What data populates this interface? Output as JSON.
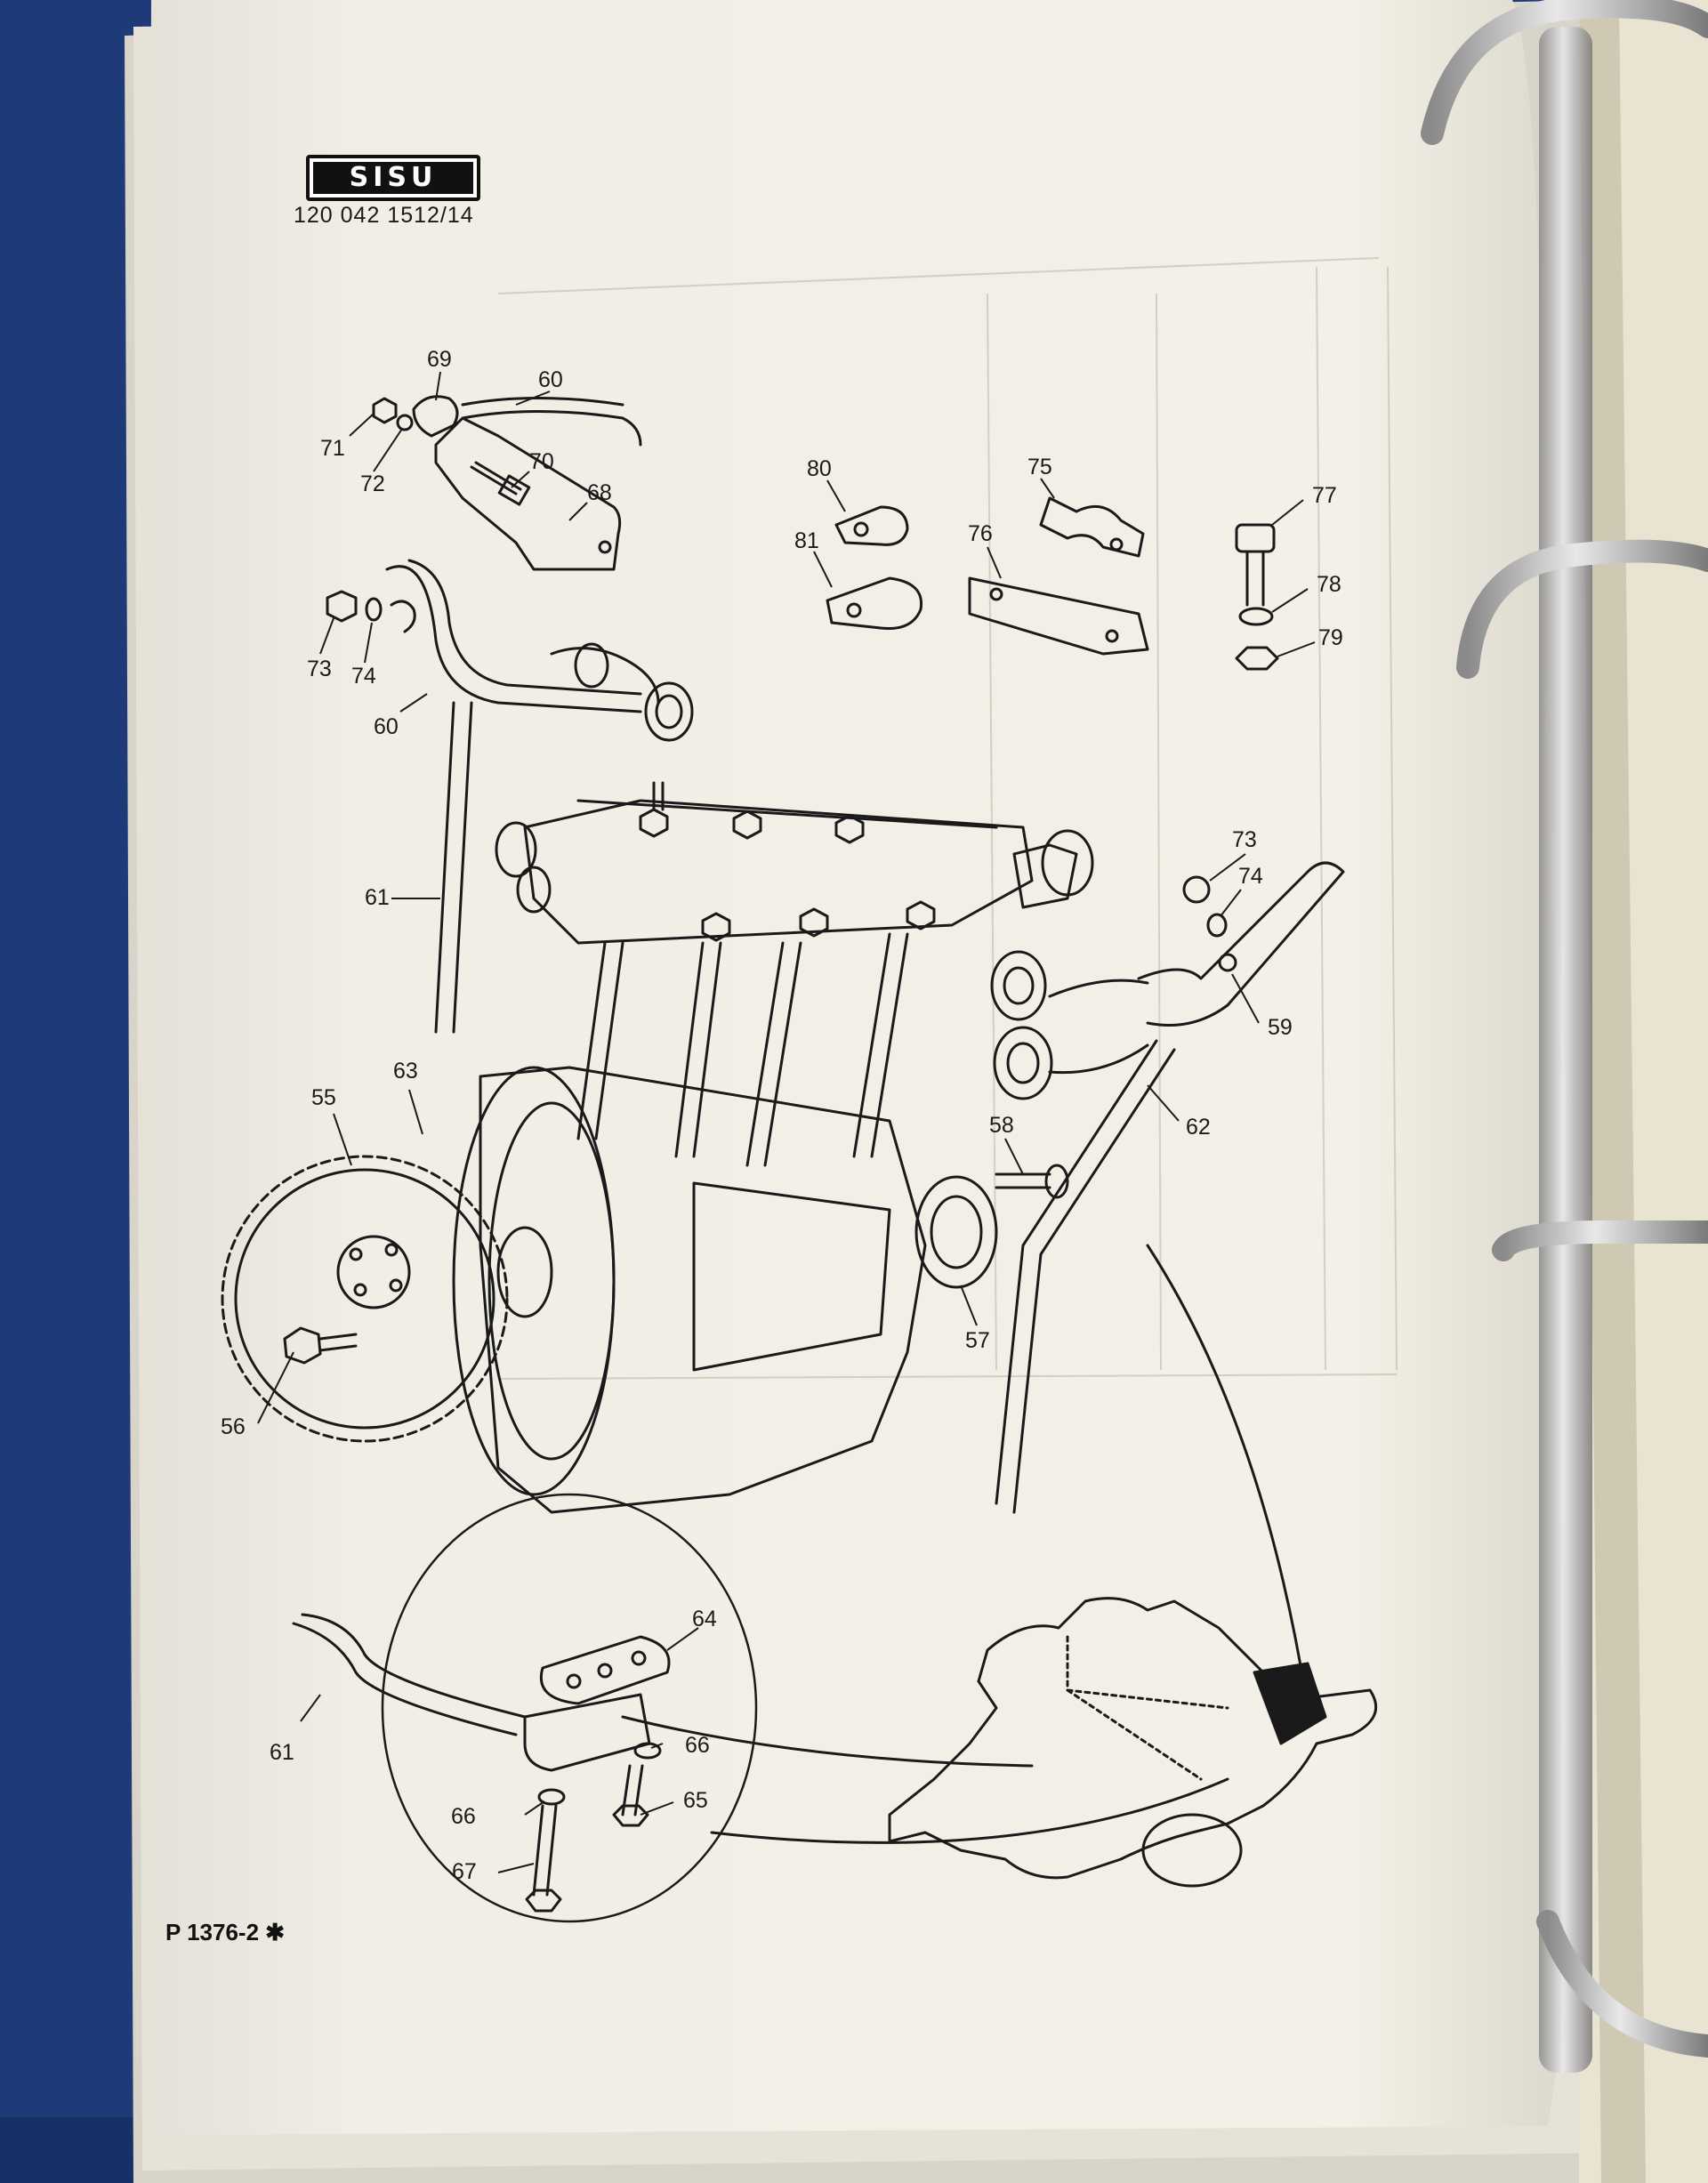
{
  "header": {
    "logo_text": "SISU",
    "doc_code": "120 042 1512/14"
  },
  "diagram": {
    "callouts": [
      {
        "id": "c69",
        "text": "69"
      },
      {
        "id": "c60a",
        "text": "60"
      },
      {
        "id": "c71",
        "text": "71"
      },
      {
        "id": "c72",
        "text": "72"
      },
      {
        "id": "c70",
        "text": "70"
      },
      {
        "id": "c68",
        "text": "68"
      },
      {
        "id": "c73a",
        "text": "73"
      },
      {
        "id": "c74a",
        "text": "74"
      },
      {
        "id": "c60b",
        "text": "60"
      },
      {
        "id": "c80",
        "text": "80"
      },
      {
        "id": "c81",
        "text": "81"
      },
      {
        "id": "c75",
        "text": "75"
      },
      {
        "id": "c76",
        "text": "76"
      },
      {
        "id": "c77",
        "text": "77"
      },
      {
        "id": "c78",
        "text": "78"
      },
      {
        "id": "c79",
        "text": "79"
      },
      {
        "id": "c61a",
        "text": "61"
      },
      {
        "id": "c73b",
        "text": "73"
      },
      {
        "id": "c74b",
        "text": "74"
      },
      {
        "id": "c59",
        "text": "59"
      },
      {
        "id": "c63",
        "text": "63"
      },
      {
        "id": "c55",
        "text": "55"
      },
      {
        "id": "c58",
        "text": "58"
      },
      {
        "id": "c62",
        "text": "62"
      },
      {
        "id": "c57",
        "text": "57"
      },
      {
        "id": "c56",
        "text": "56"
      },
      {
        "id": "c64",
        "text": "64"
      },
      {
        "id": "c61b",
        "text": "61"
      },
      {
        "id": "c66a",
        "text": "66"
      },
      {
        "id": "c66b",
        "text": "66"
      },
      {
        "id": "c65",
        "text": "65"
      },
      {
        "id": "c67",
        "text": "67"
      }
    ]
  },
  "footer": {
    "figure_ref": "P 1376-2 ✱"
  },
  "colors": {
    "binder_cover": "#1f3a78",
    "paper": "#f2efe6",
    "ink": "#1a1a1a",
    "ring_metal": "#b8b8b8"
  }
}
